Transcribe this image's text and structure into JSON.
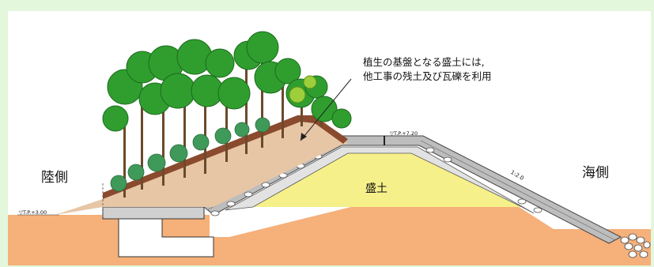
{
  "labels": {
    "land_side": "陸側",
    "sea_side": "海側",
    "embankment": "盛土",
    "callout_line1": "植生の基盤となる盛土には,",
    "callout_line2": "他工事の残土及び瓦礫を利用",
    "level_left": "▽T.P.+3.00",
    "level_crest": "▽T.P.+7.20",
    "slope_ratio": "1:2.0"
  },
  "colors": {
    "background": "#e2f7dc",
    "ground": "#f6b07a",
    "fill": "#f6f08a",
    "soil_mound": "#e7c6a6",
    "topsoil": "#8a4a2e",
    "concrete": "#c9c9c9",
    "foliage": "#2f9e2f"
  }
}
